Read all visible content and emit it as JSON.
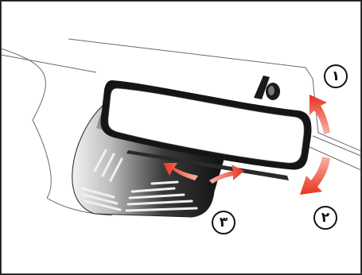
{
  "callouts": {
    "tilt_up": "١",
    "tilt_down": "٢",
    "rotate": "٣"
  },
  "colors": {
    "arrow": "#e8321f",
    "arrow_light": "#f6b4a6",
    "mirror_frame": "#151515",
    "mirror_glass": "#ffffff",
    "housing_dark": "#1c1c1c",
    "housing_light": "#c8c8c8",
    "outline": "#555555"
  }
}
